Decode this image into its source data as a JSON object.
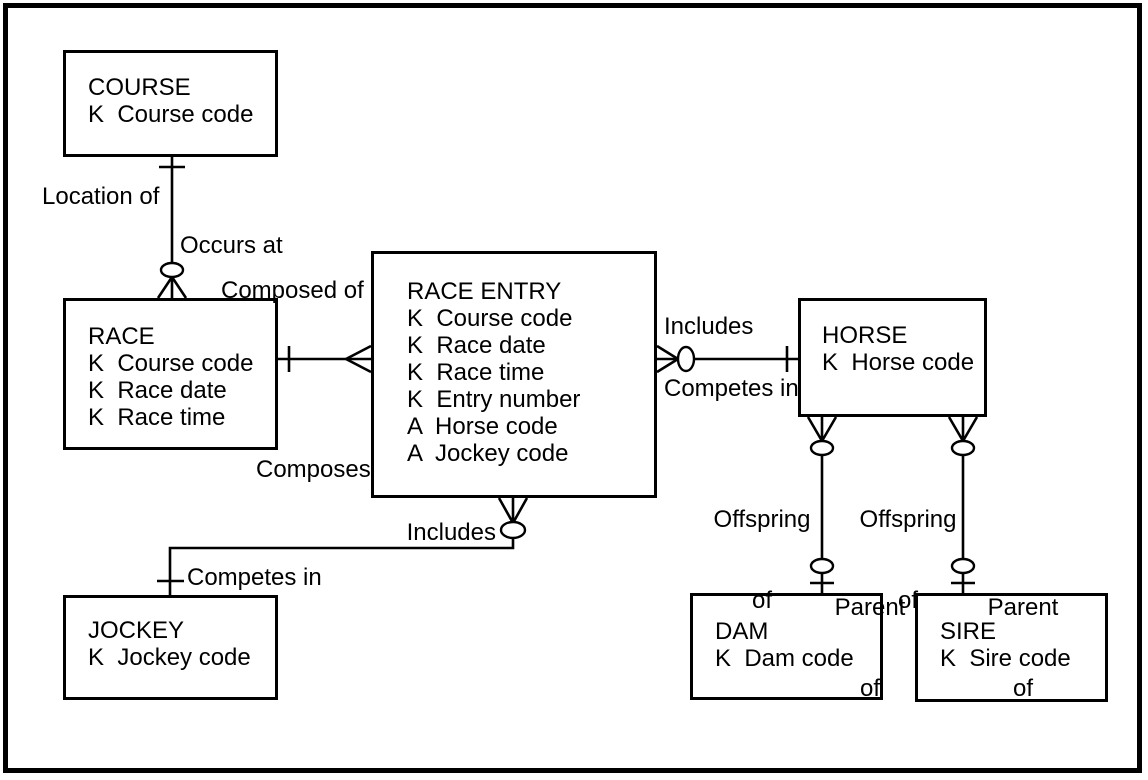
{
  "colors": {
    "ink": "#000000",
    "background": "#ffffff"
  },
  "entities": {
    "course": {
      "name": "COURSE",
      "attrs": [
        "K  Course code"
      ]
    },
    "race": {
      "name": "RACE",
      "attrs": [
        "K  Course code",
        "K  Race date",
        "K  Race time"
      ]
    },
    "race_entry": {
      "name": "RACE ENTRY",
      "attrs": [
        "K  Course code",
        "K  Race date",
        "K  Race time",
        "K  Entry number",
        "A  Horse code",
        "A  Jockey code"
      ]
    },
    "horse": {
      "name": "HORSE",
      "attrs": [
        "K  Horse code"
      ]
    },
    "jockey": {
      "name": "JOCKEY",
      "attrs": [
        "K  Jockey code"
      ]
    },
    "dam": {
      "name": "DAM",
      "attrs": [
        "K  Dam code"
      ]
    },
    "sire": {
      "name": "SIRE",
      "attrs": [
        "K  Sire code"
      ]
    }
  },
  "labels": {
    "location_of": "Location of",
    "occurs_at": "Occurs at",
    "composed_of": "Composed of",
    "composes": "Composes",
    "includes": "Includes",
    "competes_in": "Competes in",
    "offspring_of": [
      "Offspring",
      "of"
    ],
    "parent_of": [
      "Parent",
      "of"
    ]
  }
}
